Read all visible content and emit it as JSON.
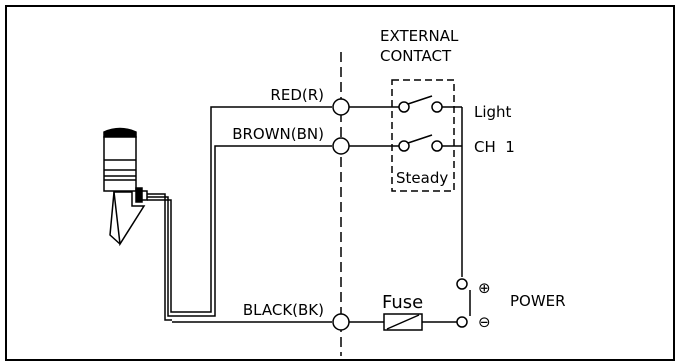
{
  "external_contact": {
    "line1": "EXTERNAL",
    "line2": "CONTACT"
  },
  "wires": {
    "red": "RED(R)",
    "brown": "BROWN(BN)",
    "black": "BLACK(BK)"
  },
  "terminals": {
    "light": "Light",
    "ch1": "CH  1"
  },
  "switch_mode": "Steady",
  "fuse": "Fuse",
  "power": {
    "label": "POWER",
    "plus": "⊕",
    "minus": "⊖"
  }
}
